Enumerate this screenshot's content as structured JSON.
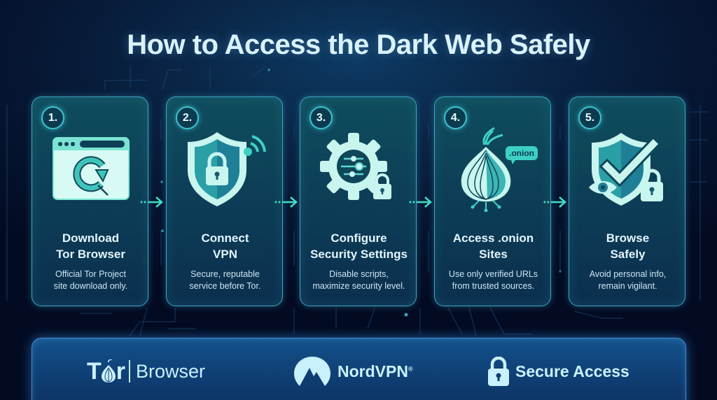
{
  "title": "How to Access the Dark Web Safely",
  "colors": {
    "background": "#061733",
    "card_border": "#3fa6c4",
    "accent_teal": "#3dd9c5",
    "icon_fill": "#c9f5ef",
    "bottom_bar": "#0f3f74"
  },
  "steps": [
    {
      "number": "1.",
      "icon": "browser-refresh-icon",
      "title_line1": "Download",
      "title_line2": "Tor Browser",
      "desc_line1": "Official Tor Project",
      "desc_line2": "site download only."
    },
    {
      "number": "2.",
      "icon": "shield-lock-wifi-icon",
      "title_line1": "Connect",
      "title_line2": "VPN",
      "desc_line1": "Secure, reputable",
      "desc_line2": "service before Tor."
    },
    {
      "number": "3.",
      "icon": "gear-sliders-lock-icon",
      "title_line1": "Configure",
      "title_line2": "Security Settings",
      "desc_line1": "Disable scripts,",
      "desc_line2": "maximize security level."
    },
    {
      "number": "4.",
      "icon": "onion-icon",
      "bubble": ".onion",
      "title_line1": "Access .onion",
      "title_line2": "Sites",
      "desc_line1": "Use only verified URLs",
      "desc_line2": "from trusted sources."
    },
    {
      "number": "5.",
      "icon": "shield-check-eye-lock-icon",
      "title_line1": "Browse",
      "title_line2": "Safely",
      "desc_line1": "Avoid personal info,",
      "desc_line2": "remain vigilant."
    }
  ],
  "brands": {
    "tor": {
      "word_t": "T",
      "word_r": "r",
      "label": "Browser"
    },
    "nordvpn": {
      "label": "NordVPN",
      "reg": "®"
    },
    "secure": {
      "label": "Secure Access"
    }
  }
}
